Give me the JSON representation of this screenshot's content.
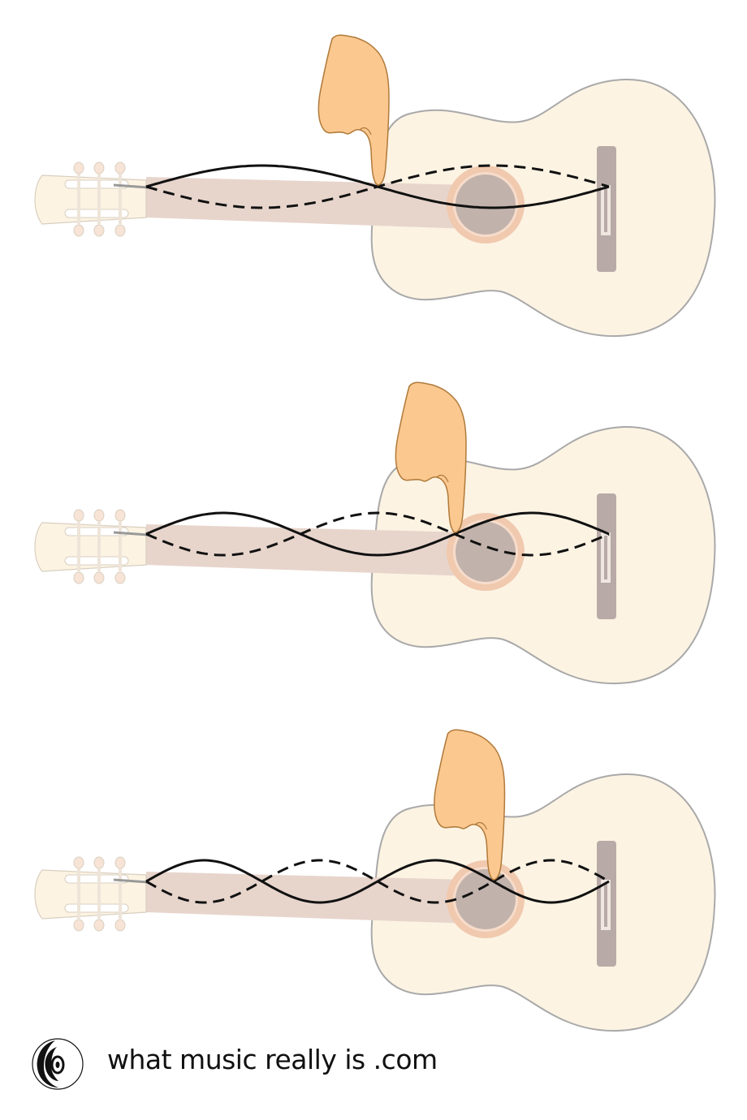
{
  "colors": {
    "body": "#fcf3e3",
    "body_outline": "#a9a9a9",
    "neck": "#e7d5cc",
    "headstock": "#fcf3e3",
    "peg": "#f7e4d6",
    "rosette": "#f0c9ae",
    "soundhole": "#c1b2ab",
    "bridge": "#b8aaa6",
    "finger": "#fbc890",
    "finger_outline": "#b07a3a",
    "string": "#111111"
  },
  "diagram": {
    "panels": [
      {
        "name": "harmonic-2",
        "harmonic": 2,
        "finger_node": 1
      },
      {
        "name": "harmonic-3",
        "harmonic": 3,
        "finger_node": 2
      },
      {
        "name": "harmonic-4",
        "harmonic": 4,
        "finger_node": 3
      }
    ]
  },
  "brand": {
    "text": "what music really is .com",
    "icon": "spiral-logo-icon"
  }
}
